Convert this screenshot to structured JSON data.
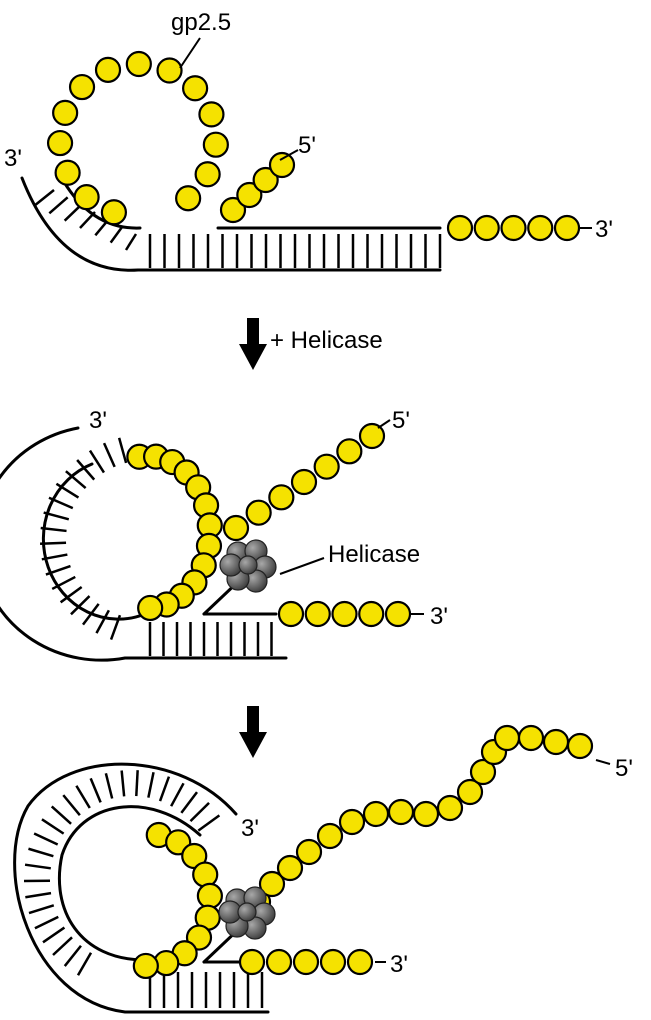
{
  "panels": {
    "top": {
      "protein_label": "gp2.5",
      "end_label_left": "3'",
      "end_label_upper": "5'",
      "end_label_right": "3'"
    },
    "step1": {
      "arrow_label": "+ Helicase"
    },
    "middle": {
      "end_label_left": "3'",
      "end_label_upper": "5'",
      "end_label_right": "3'",
      "helicase_label": "Helicase"
    },
    "bottom": {
      "end_label_left": "3'",
      "end_label_upper": "5'",
      "end_label_right": "3'"
    }
  },
  "colors": {
    "gp2_5": "#f5e200",
    "helicase": "#555555",
    "helicase_highlight": "#9a9a9a",
    "strand": "#000000",
    "arrow": "#000000"
  },
  "icons": {
    "helicase": "hexameric-helicase-icon",
    "arrow": "down-arrow-icon"
  }
}
